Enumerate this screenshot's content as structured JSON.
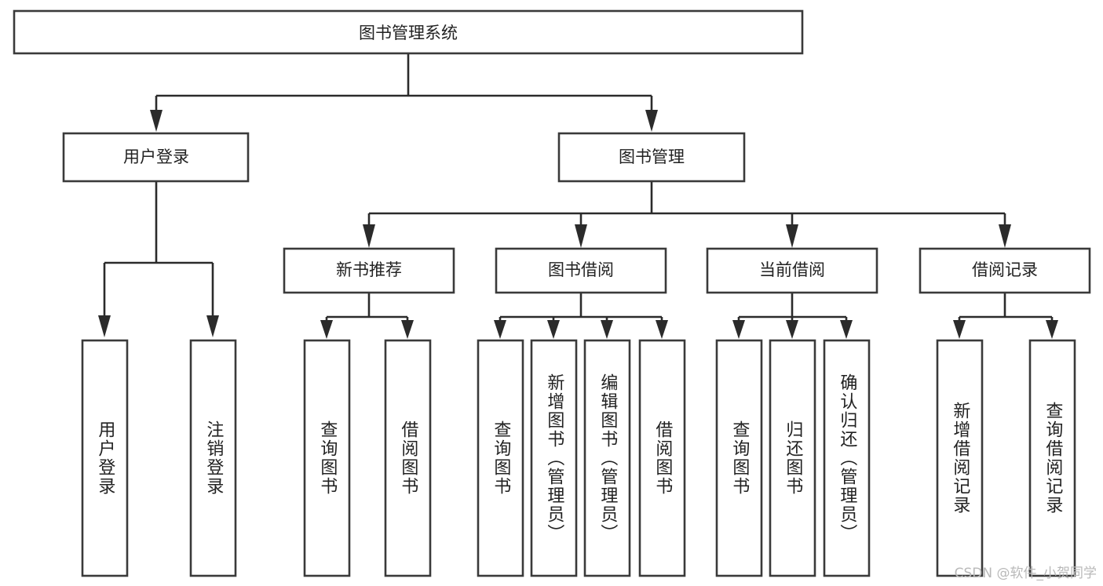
{
  "diagram": {
    "type": "tree-hierarchy",
    "title": "图书管理系统",
    "watermark": "CSDN @软件_小贺同学",
    "colors": {
      "background": "#ffffff",
      "box_stroke": "#3a3a3a",
      "connector": "#2b2b2b",
      "text": "#222222",
      "watermark": "#b9b9b9"
    },
    "levels": {
      "root": {
        "label": "图书管理系统"
      },
      "level2": [
        {
          "id": "user-login",
          "label": "用户登录"
        },
        {
          "id": "book-manage",
          "label": "图书管理"
        }
      ],
      "level3": [
        {
          "id": "new-book-recommend",
          "label": "新书推荐",
          "parent": "book-manage"
        },
        {
          "id": "book-borrow",
          "label": "图书借阅",
          "parent": "book-manage"
        },
        {
          "id": "current-borrow",
          "label": "当前借阅",
          "parent": "book-manage"
        },
        {
          "id": "borrow-record",
          "label": "借阅记录",
          "parent": "book-manage"
        }
      ],
      "leaves": [
        {
          "id": "leaf-user-login",
          "label": "用户登录",
          "parent": "user-login"
        },
        {
          "id": "leaf-logout",
          "label": "注销登录",
          "parent": "user-login"
        },
        {
          "id": "leaf-query-book-1",
          "label": "查询图书",
          "parent": "new-book-recommend"
        },
        {
          "id": "leaf-borrow-book-1",
          "label": "借阅图书",
          "parent": "new-book-recommend"
        },
        {
          "id": "leaf-query-book-2",
          "label": "查询图书",
          "parent": "book-borrow"
        },
        {
          "id": "leaf-add-book",
          "label": "新增图书（管理员）",
          "parent": "book-borrow"
        },
        {
          "id": "leaf-edit-book",
          "label": "编辑图书（管理员）",
          "parent": "book-borrow"
        },
        {
          "id": "leaf-borrow-book-2",
          "label": "借阅图书",
          "parent": "book-borrow"
        },
        {
          "id": "leaf-query-book-3",
          "label": "查询图书",
          "parent": "current-borrow"
        },
        {
          "id": "leaf-return-book",
          "label": "归还图书",
          "parent": "current-borrow"
        },
        {
          "id": "leaf-confirm-return",
          "label": "确认归还（管理员）",
          "parent": "current-borrow"
        },
        {
          "id": "leaf-add-record",
          "label": "新增借阅记录",
          "parent": "borrow-record"
        },
        {
          "id": "leaf-query-record",
          "label": "查询借阅记录",
          "parent": "borrow-record"
        }
      ]
    }
  }
}
